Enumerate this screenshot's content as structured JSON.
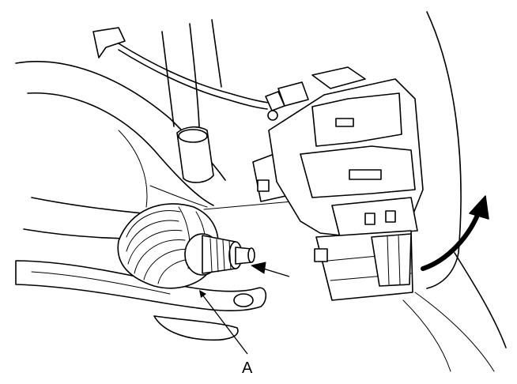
{
  "figure": {
    "callout_label": "A",
    "icons": [
      "brake-caliper",
      "brake-hose",
      "shock-absorber",
      "driveshaft-boot",
      "driveshaft-spline",
      "lower-arm",
      "wheel-hub",
      "rotation-arrow",
      "insertion-arrow"
    ]
  }
}
